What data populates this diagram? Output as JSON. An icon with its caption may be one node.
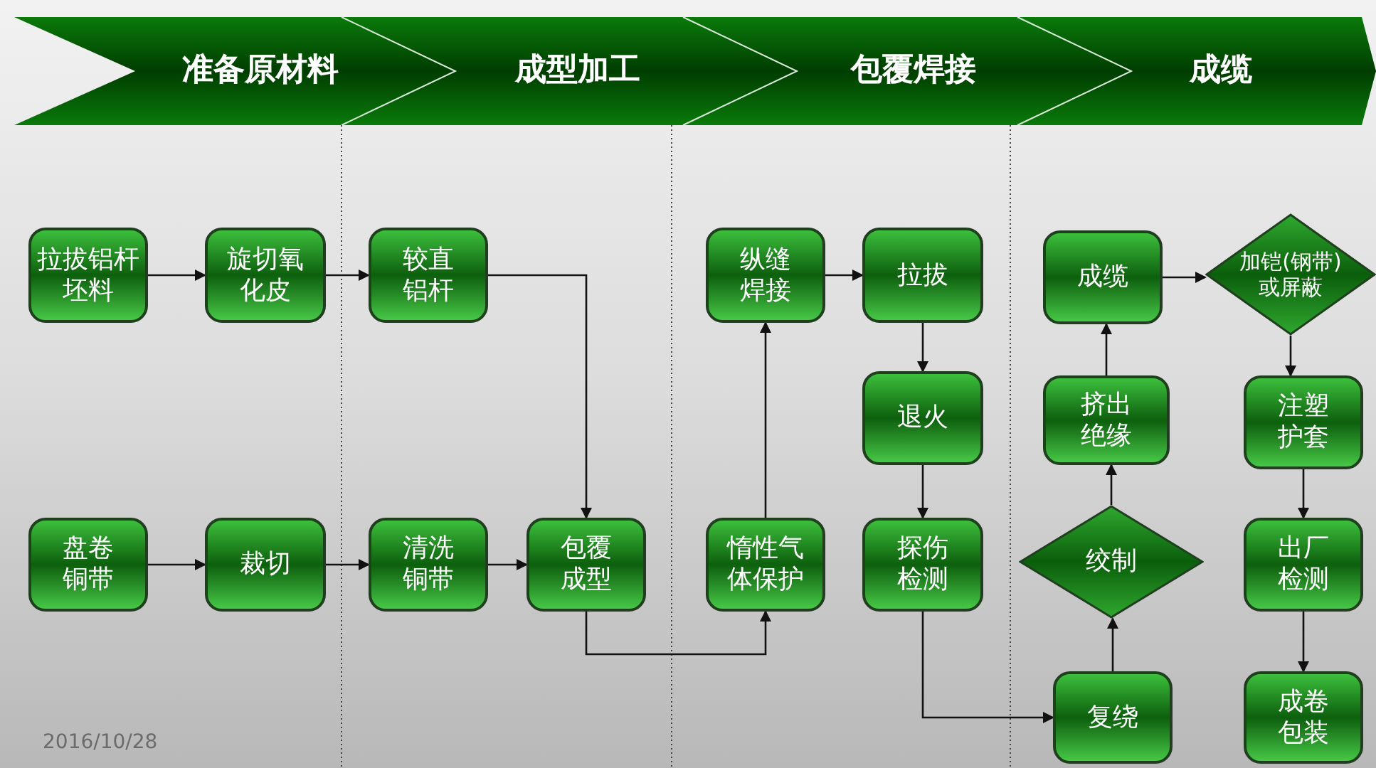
{
  "diagram": {
    "nodes": [
      {
        "text": [
          "拉拔铝杆坯料"
        ]
      },
      {
        "text": [
          "旋切氧化皮"
        ]
      },
      {
        "text": [
          "较直铝杆"
        ]
      },
      {
        "text": [
          "盘卷铜带"
        ]
      },
      {
        "text": [
          "裁切"
        ]
      },
      {
        "text": [
          "清洗铜带"
        ]
      },
      {
        "text": [
          "包覆成型"
        ]
      },
      {
        "text": [
          "纵缝焊接"
        ]
      },
      {
        "text": [
          "拉拔"
        ]
      },
      {
        "text": [
          "退火"
        ]
      },
      {
        "text": [
          "惰性气体保护"
        ]
      },
      {
        "text": [
          "探伤检测"
        ]
      },
      {
        "text": [
          "成缆"
        ]
      },
      {
        "text": [
          "加铠(钢带)或屏蔽"
        ]
      },
      {
        "text": [
          "挤出绝缘"
        ]
      },
      {
        "text": [
          "绞制"
        ]
      },
      {
        "text": [
          "复绕"
        ]
      },
      {
        "text": [
          "注塑护套"
        ]
      },
      {
        "text": [
          "出厂检测"
        ]
      },
      {
        "text": [
          "成卷包装"
        ]
      }
    ],
    "edges": [
      {
        "from": 0,
        "to": 1,
        "arrow": "to"
      },
      {
        "from": 1,
        "to": 2,
        "arrow": "to"
      },
      {
        "from": 2,
        "to": 6,
        "arrow": "to"
      },
      {
        "from": 3,
        "to": 4,
        "arrow": "to"
      },
      {
        "from": 4,
        "to": 5,
        "arrow": "to"
      },
      {
        "from": 5,
        "to": 6,
        "arrow": "to"
      },
      {
        "from": 6,
        "to": 10,
        "arrow": "to"
      },
      {
        "from": 10,
        "to": 7,
        "arrow": "to"
      },
      {
        "from": 7,
        "to": 8,
        "arrow": "to"
      },
      {
        "from": 8,
        "to": 9,
        "arrow": "to"
      },
      {
        "from": 9,
        "to": 11,
        "arrow": "to"
      },
      {
        "from": 11,
        "to": 16,
        "arrow": "to"
      },
      {
        "from": 16,
        "to": 15,
        "arrow": "to"
      },
      {
        "from": 15,
        "to": 14,
        "arrow": "to"
      },
      {
        "from": 14,
        "to": 12,
        "arrow": "to"
      },
      {
        "from": 12,
        "to": 13,
        "arrow": "to"
      },
      {
        "from": 13,
        "to": 17,
        "arrow": "to"
      },
      {
        "from": 17,
        "to": 18,
        "arrow": "to"
      },
      {
        "from": 18,
        "to": 19,
        "arrow": "to"
      }
    ],
    "labels": [
      "准备原材料",
      "成型加工",
      "包覆焊接",
      "成缆",
      "2016/10/28"
    ]
  }
}
